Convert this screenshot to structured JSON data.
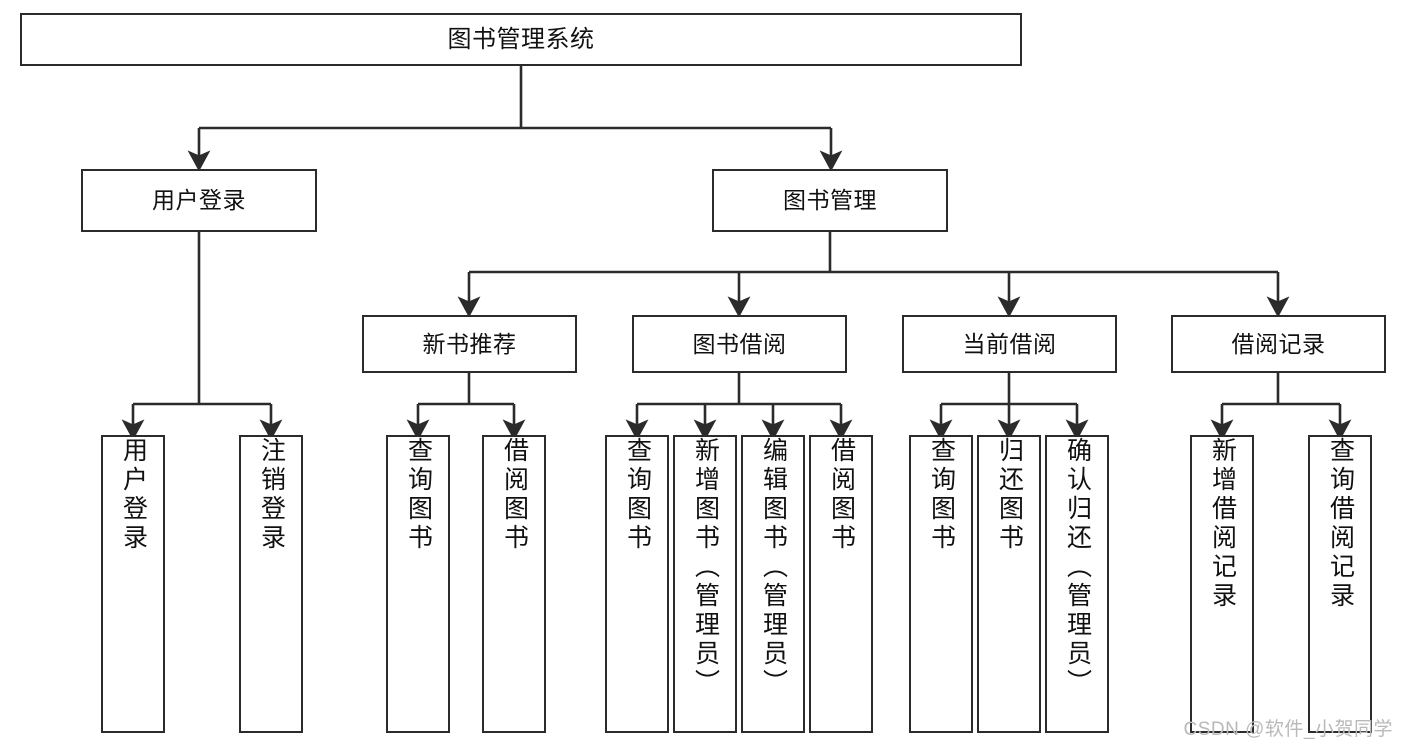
{
  "diagram": {
    "title": "图书管理系统",
    "type": "tree-hierarchy",
    "colors": {
      "background": "#ffffff",
      "node_border": "#2b2b2b",
      "node_fill": "#ffffff",
      "edge": "#2b2b2b",
      "text": "#111111",
      "watermark": "#b9b9b9"
    }
  },
  "root": {
    "label": "图书管理系统"
  },
  "level2": [
    {
      "label": "用户登录"
    },
    {
      "label": "图书管理"
    }
  ],
  "level3": [
    {
      "label": "新书推荐"
    },
    {
      "label": "图书借阅"
    },
    {
      "label": "当前借阅"
    },
    {
      "label": "借阅记录"
    }
  ],
  "leaves": {
    "user_login": [
      {
        "label": "用户登录"
      },
      {
        "label": "注销登录"
      }
    ],
    "new_book": [
      {
        "label": "查询图书"
      },
      {
        "label": "借阅图书"
      }
    ],
    "book_borrow": [
      {
        "label": "查询图书"
      },
      {
        "label": "新增图书（管理员）"
      },
      {
        "label": "编辑图书（管理员）"
      },
      {
        "label": "借阅图书"
      }
    ],
    "current_borrow": [
      {
        "label": "查询图书"
      },
      {
        "label": "归还图书"
      },
      {
        "label": "确认归还（管理员）"
      }
    ],
    "borrow_record": [
      {
        "label": "新增借阅记录"
      },
      {
        "label": "查询借阅记录"
      }
    ]
  },
  "watermark": {
    "text": "CSDN @软件_小贺同学"
  }
}
